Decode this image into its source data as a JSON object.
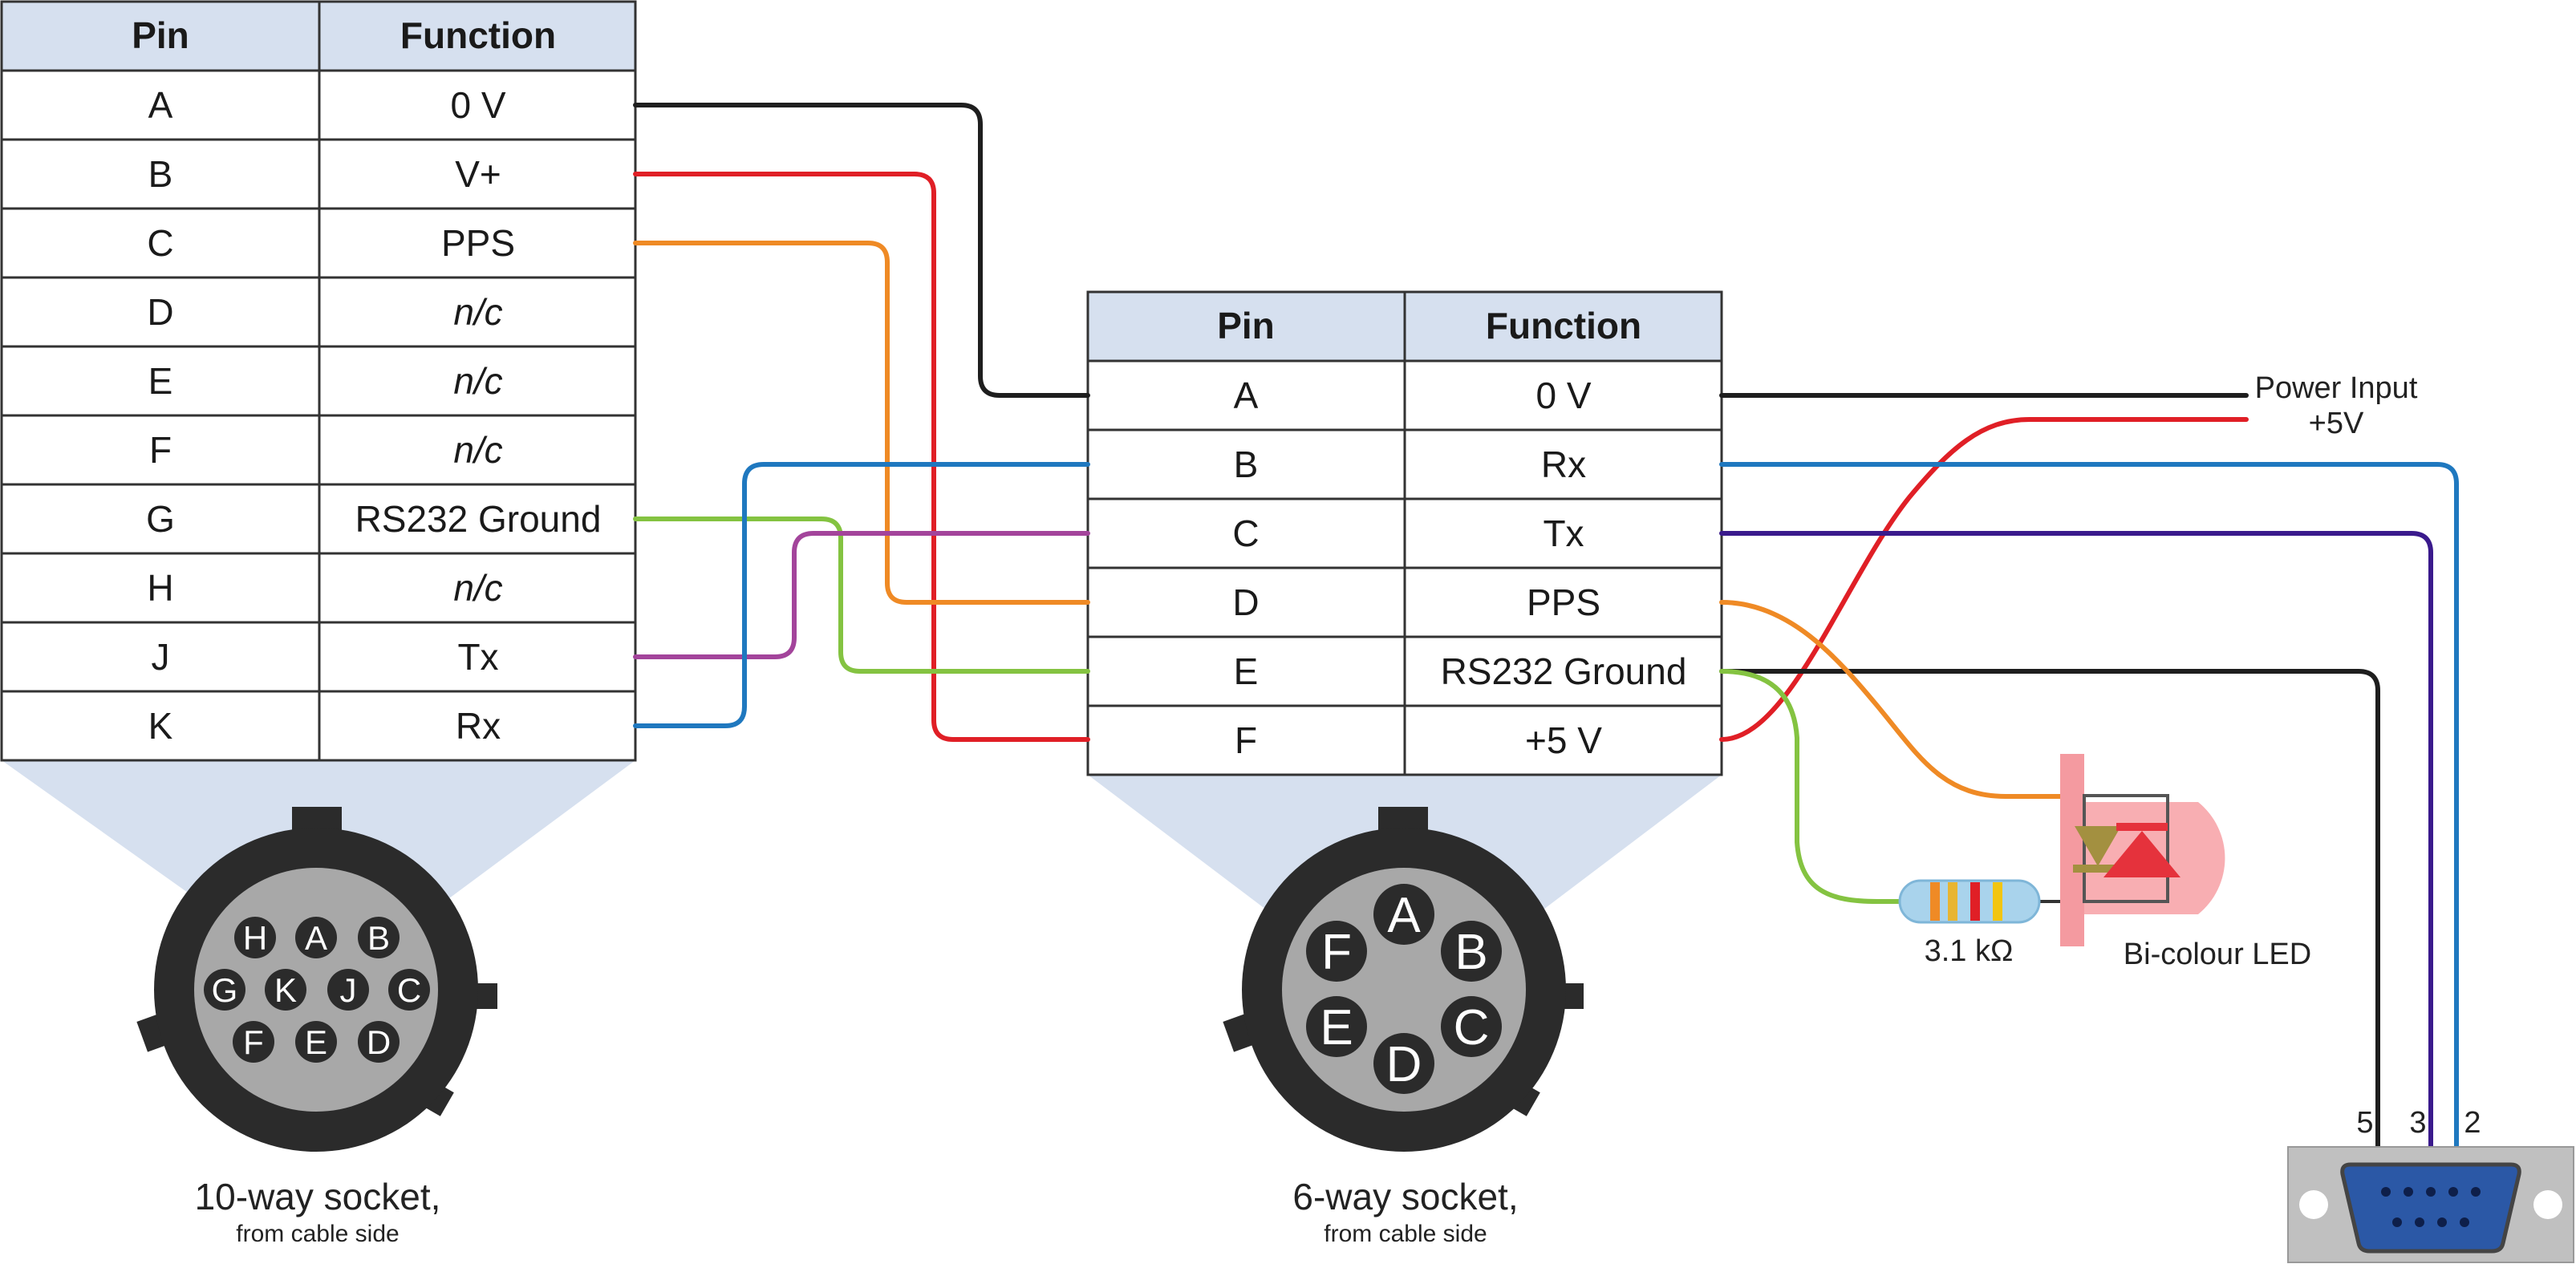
{
  "table_10way": {
    "header": {
      "pin": "Pin",
      "function": "Function"
    },
    "rows": [
      {
        "pin": "A",
        "function": "0 V",
        "nc": false,
        "wire": "#1e1e1e"
      },
      {
        "pin": "B",
        "function": "V+",
        "nc": false,
        "wire": "#e01f26"
      },
      {
        "pin": "C",
        "function": "PPS",
        "nc": false,
        "wire": "#ef8a25"
      },
      {
        "pin": "D",
        "function": "n/c",
        "nc": true,
        "wire": ""
      },
      {
        "pin": "E",
        "function": "n/c",
        "nc": true,
        "wire": ""
      },
      {
        "pin": "F",
        "function": "n/c",
        "nc": true,
        "wire": ""
      },
      {
        "pin": "G",
        "function": "RS232 Ground",
        "nc": false,
        "wire": "#84c341"
      },
      {
        "pin": "H",
        "function": "n/c",
        "nc": true,
        "wire": ""
      },
      {
        "pin": "J",
        "function": "Tx",
        "nc": false,
        "wire": "#a3449b"
      },
      {
        "pin": "K",
        "function": "Rx",
        "nc": false,
        "wire": "#1f78bf"
      }
    ]
  },
  "table_6way": {
    "header": {
      "pin": "Pin",
      "function": "Function"
    },
    "rows": [
      {
        "pin": "A",
        "function": "0 V"
      },
      {
        "pin": "B",
        "function": "Rx"
      },
      {
        "pin": "C",
        "function": "Tx"
      },
      {
        "pin": "D",
        "function": "PPS"
      },
      {
        "pin": "E",
        "function": "RS232 Ground"
      },
      {
        "pin": "F",
        "function": "+5 V"
      }
    ]
  },
  "socket_10way": {
    "pins": [
      "H",
      "A",
      "B",
      "G",
      "K",
      "J",
      "C",
      "F",
      "E",
      "D"
    ],
    "caption": "10-way socket,",
    "subcaption": "from cable side"
  },
  "socket_6way": {
    "pins": [
      "A",
      "B",
      "C",
      "D",
      "E",
      "F"
    ],
    "caption": "6-way socket,",
    "subcaption": "from cable side"
  },
  "power_input": {
    "line1": "Power Input",
    "line2": "+5V"
  },
  "resistor": {
    "label": "3.1 kΩ"
  },
  "led": {
    "label": "Bi-colour LED"
  },
  "db9": {
    "pins": [
      "5",
      "3",
      "2"
    ]
  },
  "colors": {
    "black": "#1e1e1e",
    "red": "#e01f26",
    "orange": "#ef8a25",
    "green": "#84c341",
    "purple": "#a3449b",
    "blue": "#1f78bf",
    "indigo": "#3a1a8c",
    "header_fill": "#d6e0ef",
    "socket_dark": "#2b2b2b",
    "socket_face": "#a8a8a8",
    "db9_blue": "#2b58a6"
  }
}
